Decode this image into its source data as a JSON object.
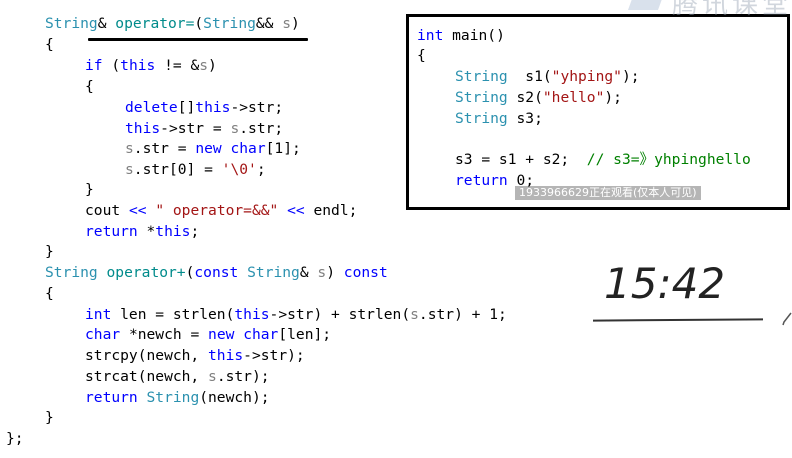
{
  "code_lines": [
    {
      "id": "operator-move-assign-signature",
      "x": 0,
      "y": 14,
      "tokens": [
        {
          "c": "ty",
          "t": "String"
        },
        {
          "c": "pl",
          "t": "& "
        },
        {
          "c": "fn",
          "t": "operator="
        },
        {
          "c": "pl",
          "t": "("
        },
        {
          "c": "ty",
          "t": "String"
        },
        {
          "c": "pl",
          "t": "&& "
        },
        {
          "c": "pm",
          "t": "s"
        },
        {
          "c": "pl",
          "t": ")"
        }
      ]
    },
    {
      "id": "brace-open-1",
      "tokens": [
        {
          "c": "pl",
          "t": "{"
        }
      ]
    },
    {
      "id": "if-this-not-s",
      "tokens": [
        {
          "c": "kw",
          "t": "if"
        },
        {
          "c": "pl",
          "t": " ("
        },
        {
          "c": "kw",
          "t": "this"
        },
        {
          "c": "pl",
          "t": " != &"
        },
        {
          "c": "pm",
          "t": "s"
        },
        {
          "c": "pl",
          "t": ")"
        }
      ]
    },
    {
      "id": "brace-open-2",
      "tokens": [
        {
          "c": "pl",
          "t": "{"
        }
      ]
    },
    {
      "id": "delete-str",
      "tokens": [
        {
          "c": "kw",
          "t": "delete"
        },
        {
          "c": "pl",
          "t": "[]"
        },
        {
          "c": "kw",
          "t": "this"
        },
        {
          "c": "pl",
          "t": "->str;"
        }
      ]
    },
    {
      "id": "assign-str",
      "tokens": [
        {
          "c": "kw",
          "t": "this"
        },
        {
          "c": "pl",
          "t": "->str = "
        },
        {
          "c": "pm",
          "t": "s"
        },
        {
          "c": "pl",
          "t": ".str;"
        }
      ]
    },
    {
      "id": "new-char-1",
      "tokens": [
        {
          "c": "pm",
          "t": "s"
        },
        {
          "c": "pl",
          "t": ".str = "
        },
        {
          "c": "kw",
          "t": "new"
        },
        {
          "c": "pl",
          "t": " "
        },
        {
          "c": "kw",
          "t": "char"
        },
        {
          "c": "pl",
          "t": "[1];"
        }
      ]
    },
    {
      "id": "set-terminator",
      "tokens": [
        {
          "c": "pm",
          "t": "s"
        },
        {
          "c": "pl",
          "t": ".str[0] = "
        },
        {
          "c": "str",
          "t": "'\\0'"
        },
        {
          "c": "pl",
          "t": ";"
        }
      ]
    },
    {
      "id": "brace-close-2",
      "tokens": [
        {
          "c": "pl",
          "t": "}"
        }
      ]
    },
    {
      "id": "cout-line",
      "tokens": [
        {
          "c": "pl",
          "t": "cout "
        },
        {
          "c": "kw",
          "t": "<<"
        },
        {
          "c": "pl",
          "t": " "
        },
        {
          "c": "str",
          "t": "\" operator=&&\""
        },
        {
          "c": "pl",
          "t": " "
        },
        {
          "c": "kw",
          "t": "<<"
        },
        {
          "c": "pl",
          "t": " endl;"
        }
      ]
    },
    {
      "id": "return-this",
      "tokens": [
        {
          "c": "kw",
          "t": "return"
        },
        {
          "c": "pl",
          "t": " *"
        },
        {
          "c": "kw",
          "t": "this"
        },
        {
          "c": "pl",
          "t": ";"
        }
      ]
    },
    {
      "id": "brace-close-1",
      "tokens": [
        {
          "c": "pl",
          "t": "}"
        }
      ]
    },
    {
      "id": "operator-plus-signature",
      "tokens": [
        {
          "c": "ty",
          "t": "String"
        },
        {
          "c": "pl",
          "t": " "
        },
        {
          "c": "fn",
          "t": "operator+"
        },
        {
          "c": "pl",
          "t": "("
        },
        {
          "c": "kw",
          "t": "const"
        },
        {
          "c": "pl",
          "t": " "
        },
        {
          "c": "ty",
          "t": "String"
        },
        {
          "c": "pl",
          "t": "& "
        },
        {
          "c": "pm",
          "t": "s"
        },
        {
          "c": "pl",
          "t": ") "
        },
        {
          "c": "kw",
          "t": "const"
        }
      ]
    },
    {
      "id": "brace-open-3",
      "tokens": [
        {
          "c": "pl",
          "t": "{"
        }
      ]
    },
    {
      "id": "int-len",
      "tokens": [
        {
          "c": "kw",
          "t": "int"
        },
        {
          "c": "pl",
          "t": " len = strlen("
        },
        {
          "c": "kw",
          "t": "this"
        },
        {
          "c": "pl",
          "t": "->str) + strlen("
        },
        {
          "c": "pm",
          "t": "s"
        },
        {
          "c": "pl",
          "t": ".str) + 1;"
        }
      ]
    },
    {
      "id": "char-newch",
      "tokens": [
        {
          "c": "kw",
          "t": "char"
        },
        {
          "c": "pl",
          "t": " *newch = "
        },
        {
          "c": "kw",
          "t": "new"
        },
        {
          "c": "pl",
          "t": " "
        },
        {
          "c": "kw",
          "t": "char"
        },
        {
          "c": "pl",
          "t": "[len];"
        }
      ]
    },
    {
      "id": "strcpy-line",
      "tokens": [
        {
          "c": "pl",
          "t": "strcpy(newch, "
        },
        {
          "c": "kw",
          "t": "this"
        },
        {
          "c": "pl",
          "t": "->str);"
        }
      ]
    },
    {
      "id": "strcat-line",
      "tokens": [
        {
          "c": "pl",
          "t": "strcat(newch, "
        },
        {
          "c": "pm",
          "t": "s"
        },
        {
          "c": "pl",
          "t": ".str);"
        }
      ]
    },
    {
      "id": "return-string",
      "tokens": [
        {
          "c": "kw",
          "t": "return"
        },
        {
          "c": "pl",
          "t": " "
        },
        {
          "c": "ty",
          "t": "String"
        },
        {
          "c": "pl",
          "t": "(newch);"
        }
      ]
    },
    {
      "id": "brace-close-3",
      "tokens": [
        {
          "c": "pl",
          "t": "}"
        }
      ]
    },
    {
      "id": "class-end",
      "tokens": [
        {
          "c": "pl",
          "t": "};"
        }
      ]
    }
  ],
  "popup_lines": [
    {
      "id": "main-signature",
      "tokens": [
        {
          "c": "kw",
          "t": "int"
        },
        {
          "c": "pl",
          "t": " main()"
        }
      ]
    },
    {
      "id": "main-brace-open",
      "tokens": [
        {
          "c": "pl",
          "t": "{"
        }
      ]
    },
    {
      "id": "decl-s1",
      "tokens": [
        {
          "c": "ty",
          "t": "String"
        },
        {
          "c": "pl",
          "t": "  s1("
        },
        {
          "c": "str",
          "t": "\"yhping\""
        },
        {
          "c": "pl",
          "t": ");"
        }
      ]
    },
    {
      "id": "decl-s2",
      "tokens": [
        {
          "c": "ty",
          "t": "String"
        },
        {
          "c": "pl",
          "t": " s2("
        },
        {
          "c": "str",
          "t": "\"hello\""
        },
        {
          "c": "pl",
          "t": ");"
        }
      ]
    },
    {
      "id": "decl-s3",
      "tokens": [
        {
          "c": "ty",
          "t": "String"
        },
        {
          "c": "pl",
          "t": " s3;"
        }
      ]
    },
    {
      "id": "blank",
      "tokens": [
        {
          "c": "pl",
          "t": " "
        }
      ]
    },
    {
      "id": "assign-s3",
      "tokens": [
        {
          "c": "pl",
          "t": "s3 = s1 + s2;  "
        },
        {
          "c": "cm",
          "t": "// s3=》yhpinghello"
        }
      ]
    },
    {
      "id": "return-zero",
      "tokens": [
        {
          "c": "kw",
          "t": "return"
        },
        {
          "c": "pl",
          "t": " 0;"
        }
      ]
    }
  ],
  "watermark_text": "1933966629正在观看(仅本人可见)",
  "logo_text": "腾讯课堂",
  "timestamp": "15:42",
  "colors": {
    "keyword": "#0000ff",
    "type": "#2b91af",
    "function": "#008b8b",
    "string": "#a31515",
    "comment": "#008000",
    "param": "#808080"
  }
}
